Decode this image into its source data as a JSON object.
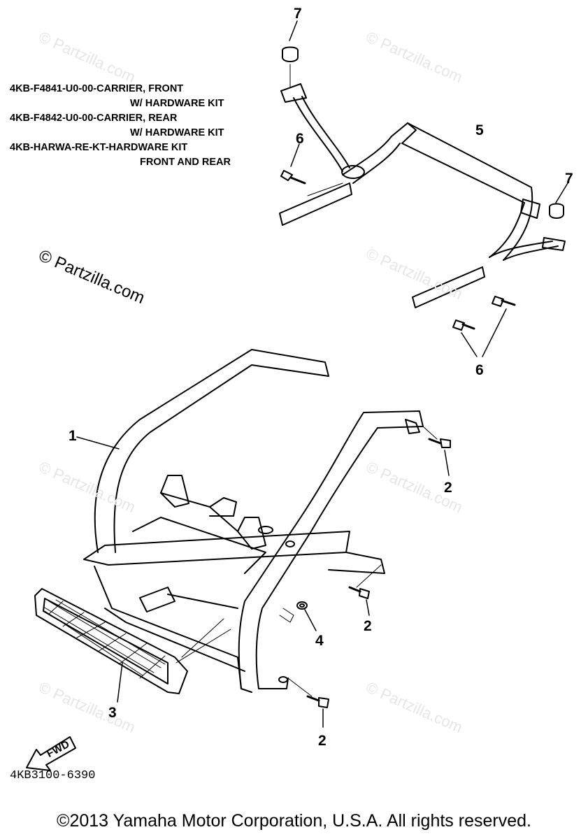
{
  "notes": [
    {
      "text": "4KB-F4841-U0-00-CARRIER, FRONT",
      "indent": 0
    },
    {
      "text": "W/ HARDWARE KIT",
      "indent": 1
    },
    {
      "text": "4KB-F4842-U0-00-CARRIER, REAR",
      "indent": 0
    },
    {
      "text": "W/ HARDWARE KIT",
      "indent": 1
    },
    {
      "text": "4KB-HARWA-RE-KT-HARDWARE KIT",
      "indent": 0
    },
    {
      "text": "FRONT AND REAR",
      "indent": 2
    }
  ],
  "callouts": [
    "7",
    "5",
    "6",
    "7",
    "6",
    "1",
    "2",
    "2",
    "4",
    "3",
    "2"
  ],
  "watermark": "© Partzilla.com",
  "diagram_code": "4KB3100-6390",
  "fwd_label": "FWD",
  "footer": "©2013 Yamaha Motor Corporation, U.S.A. All rights reserved."
}
